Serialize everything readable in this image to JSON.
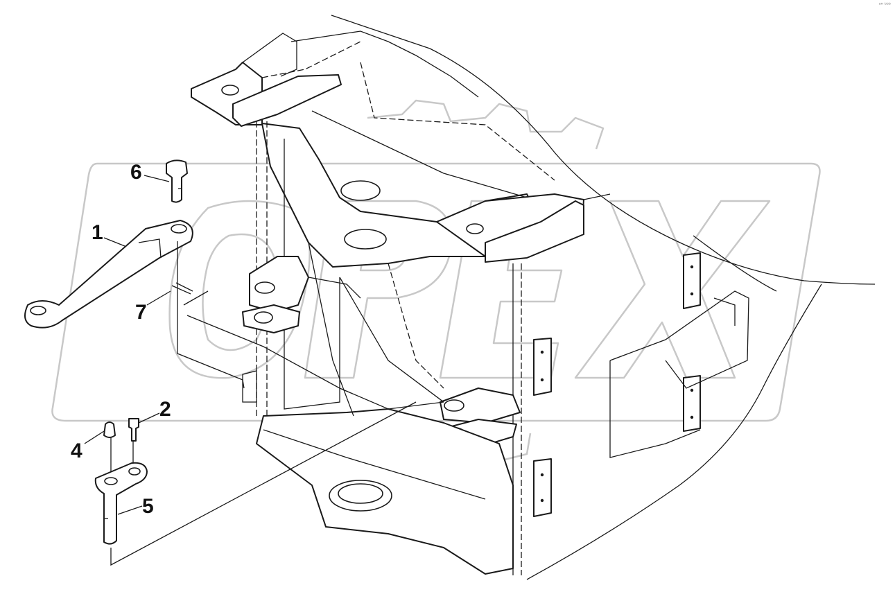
{
  "diagram": {
    "callouts": [
      {
        "id": "1",
        "label": "1"
      },
      {
        "id": "2",
        "label": "2"
      },
      {
        "id": "4",
        "label": "4"
      },
      {
        "id": "5",
        "label": "5"
      },
      {
        "id": "6",
        "label": "6"
      },
      {
        "id": "7",
        "label": "7"
      }
    ],
    "watermark": "OPEX",
    "corner_mark": "ᵃᴴ ᵇᵇᵇ"
  }
}
